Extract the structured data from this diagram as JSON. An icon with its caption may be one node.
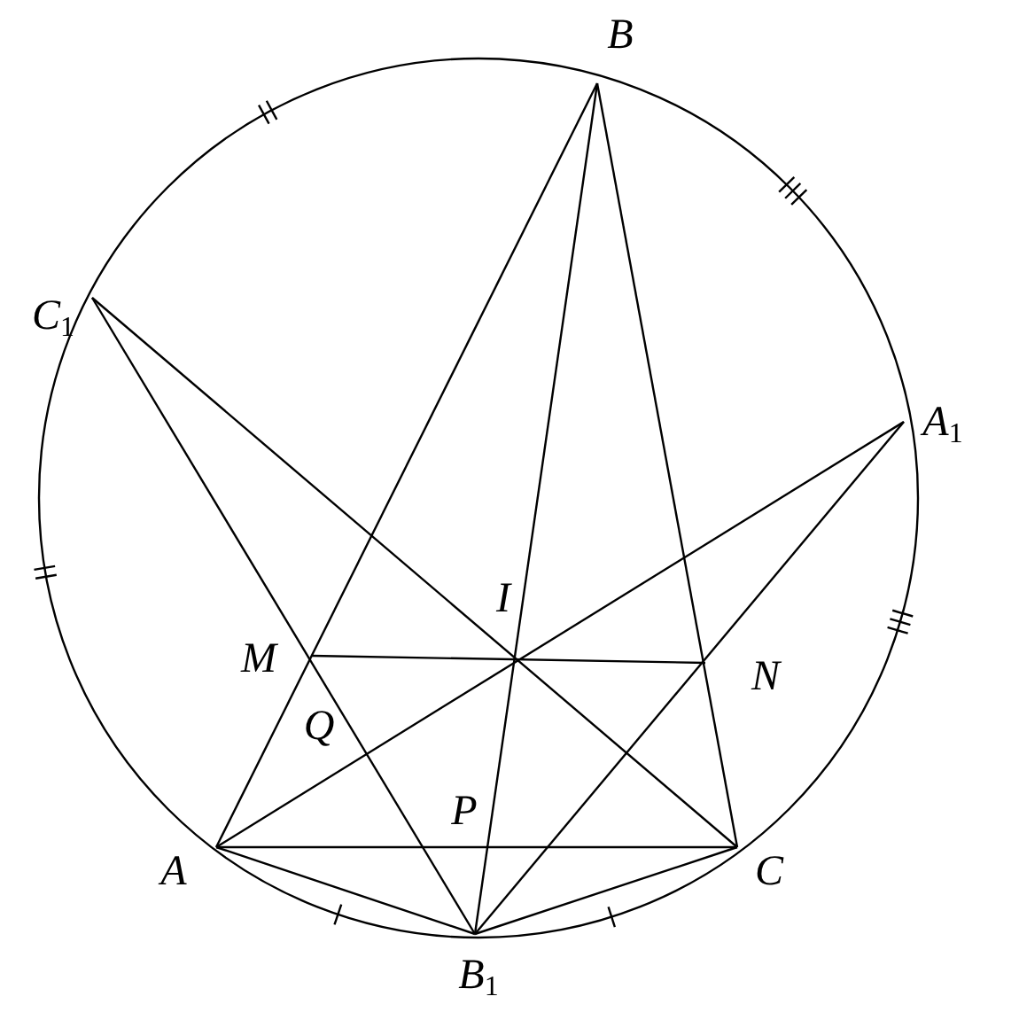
{
  "diagram": {
    "labels": [
      "B",
      "C$_{1}$",
      "A$_{1}$",
      "I",
      "M",
      "N",
      "Q",
      "P",
      "A",
      "C",
      "B$_{1}$"
    ]
  }
}
